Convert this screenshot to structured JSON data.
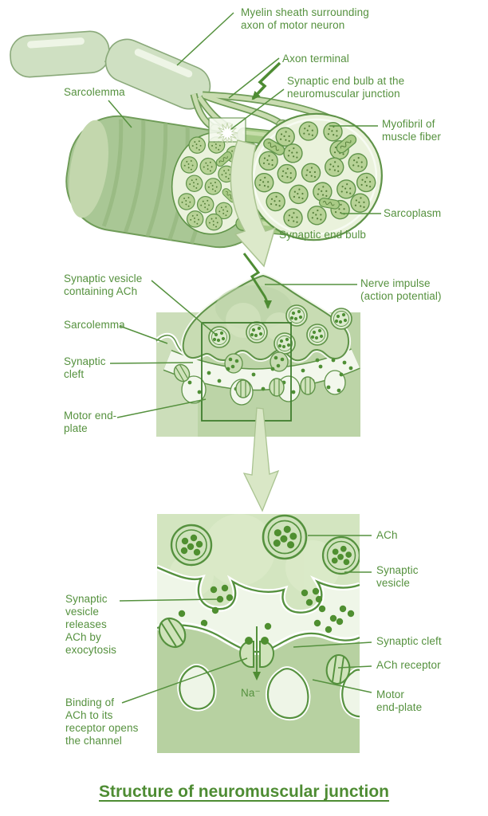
{
  "title": "Structure of neuromuscular junction",
  "labels": {
    "myelin_sheath": "Myelin sheath surrounding\naxon of motor neuron",
    "axon_terminal": "Axon terminal",
    "synaptic_end_bulb_nmj": "Synaptic end bulb at the\nneuromuscular junction",
    "sarcolemma_top": "Sarcolemma",
    "myofibril": "Myofibril of\nmuscle fiber",
    "sarcoplasm": "Sarcoplasm",
    "synaptic_end_bulb": "Synaptic end bulb",
    "synaptic_vesicle_ach": "Synaptic vesicle\ncontaining ACh",
    "nerve_impulse": "Nerve impulse\n(action potential)",
    "sarcolemma_mid": "Sarcolemma",
    "synaptic_cleft_mid": "Synaptic\ncleft",
    "motor_end_plate_mid": "Motor end-\nplate",
    "ach": "ACh",
    "synaptic_vesicle": "Synaptic\nvesicle",
    "vesicle_releases": "Synaptic\nvesicle\nreleases\nACh by\nexocytosis",
    "synaptic_cleft": "Synaptic cleft",
    "ach_receptor": "ACh receptor",
    "motor_end_plate": "Motor\nend-plate",
    "binding": "Binding of\nACh to its\nreceptor opens\nthe channel",
    "na_ion": "Na⁻"
  },
  "palette": {
    "label_green": "#55913e",
    "title_green": "#4e8c33",
    "line_green": "#55913e",
    "outline_green": "#5f9348",
    "myelin_fill": "#cfe0c2",
    "muscle_fill": "#a9c795",
    "face_fill": "#eaf2dc",
    "myofibril_fill": "#b7d296",
    "bulb_fill": "#c8dcb3",
    "panel_fill": "#bcd4a7",
    "cleft_white": "#f2f7ec",
    "vesicle_fill": "#dcebce",
    "ach_dot": "#4f8f35",
    "zoom_arrow_fill": "#dce9ca",
    "panel3_top": "#c9dfb5",
    "panel3_bottom": "#b4cf9e",
    "background": "#ffffff"
  }
}
